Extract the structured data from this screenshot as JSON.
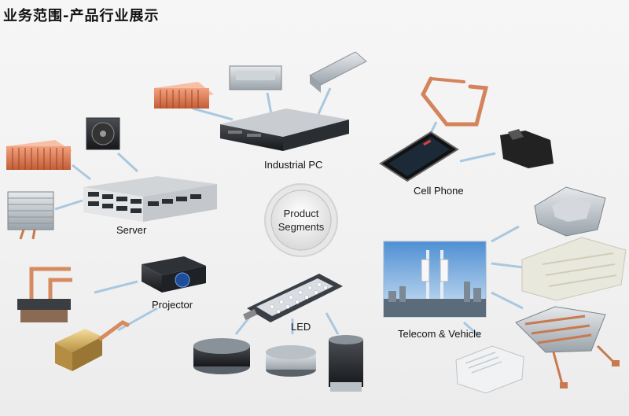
{
  "title": "业务范围-产品行业展示",
  "center": {
    "line1": "Product",
    "line2": "Segments"
  },
  "segments": {
    "industrial_pc": "Industrial PC",
    "cell_phone": "Cell Phone",
    "server": "Server",
    "projector": "Projector",
    "led": "LED",
    "telecom": "Telecom & Vehicle"
  }
}
